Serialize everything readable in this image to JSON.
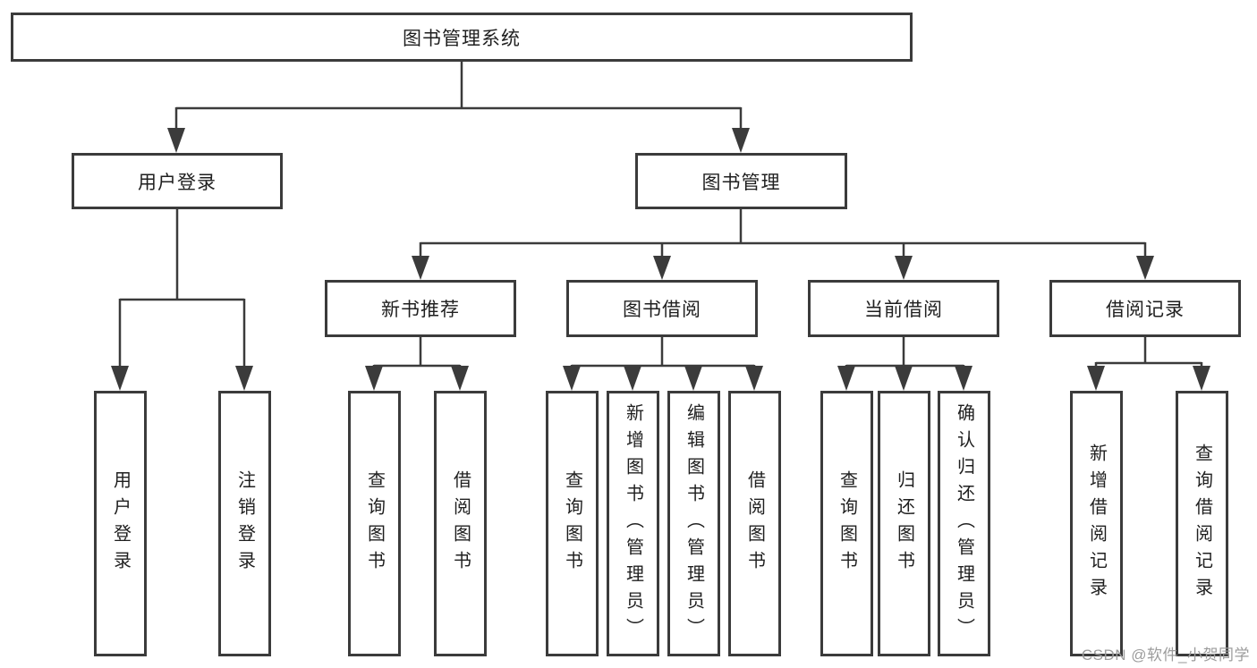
{
  "colors": {
    "line": "#3b3b3b",
    "box_border": "#3b3b3b",
    "box_fill": "#ffffff",
    "text": "#1f1f1f",
    "watermark_text": "#9c9c9c",
    "background": "#ffffff"
  },
  "diagram": {
    "root": {
      "label": "图书管理系统"
    },
    "branches": [
      {
        "label": "用户登录",
        "children": [
          {
            "label": "用户登录"
          },
          {
            "label": "注销登录"
          }
        ]
      },
      {
        "label": "图书管理",
        "children": [
          {
            "label": "新书推荐",
            "children": [
              {
                "label": "查询图书"
              },
              {
                "label": "借阅图书"
              }
            ]
          },
          {
            "label": "图书借阅",
            "children": [
              {
                "label": "查询图书"
              },
              {
                "label": "新增图书（管理员）"
              },
              {
                "label": "编辑图书（管理员）"
              },
              {
                "label": "借阅图书"
              }
            ]
          },
          {
            "label": "当前借阅",
            "children": [
              {
                "label": "查询图书"
              },
              {
                "label": "归还图书"
              },
              {
                "label": "确认归还（管理员）"
              }
            ]
          },
          {
            "label": "借阅记录",
            "children": [
              {
                "label": "新增借阅记录"
              },
              {
                "label": "查询借阅记录"
              }
            ]
          }
        ]
      }
    ]
  },
  "watermark": {
    "text": "CSDN @软件_小贺同学"
  }
}
